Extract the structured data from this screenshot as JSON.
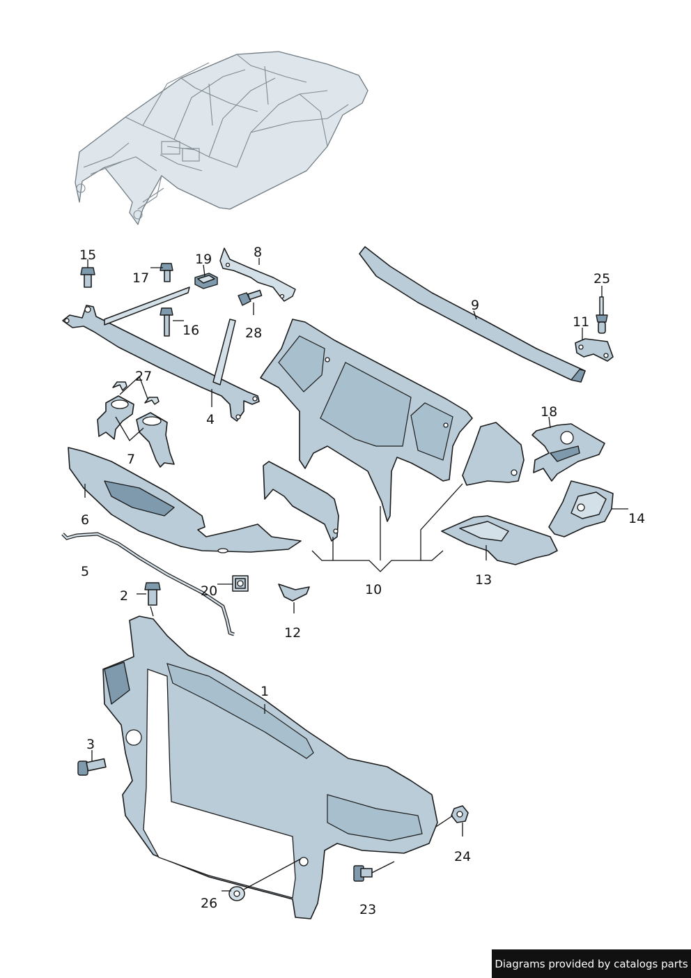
{
  "credit": "Diagrams provided by catalogs parts",
  "callouts": {
    "c1": "1",
    "c2": "2",
    "c3": "3",
    "c4": "4",
    "c5": "5",
    "c6": "6",
    "c7": "7",
    "c8": "8",
    "c9": "9",
    "c10": "10",
    "c11": "11",
    "c12": "12",
    "c13": "13",
    "c14": "14",
    "c15": "15",
    "c16": "16",
    "c17": "17",
    "c18": "18",
    "c19": "19",
    "c20": "20",
    "c23": "23",
    "c24": "24",
    "c25": "25",
    "c26": "26",
    "c27": "27",
    "c28": "28"
  },
  "colors": {
    "part_fill": "#b9ccd8",
    "outline": "#1a1a1a",
    "background": "#ffffff",
    "credit_bg": "#111111"
  }
}
